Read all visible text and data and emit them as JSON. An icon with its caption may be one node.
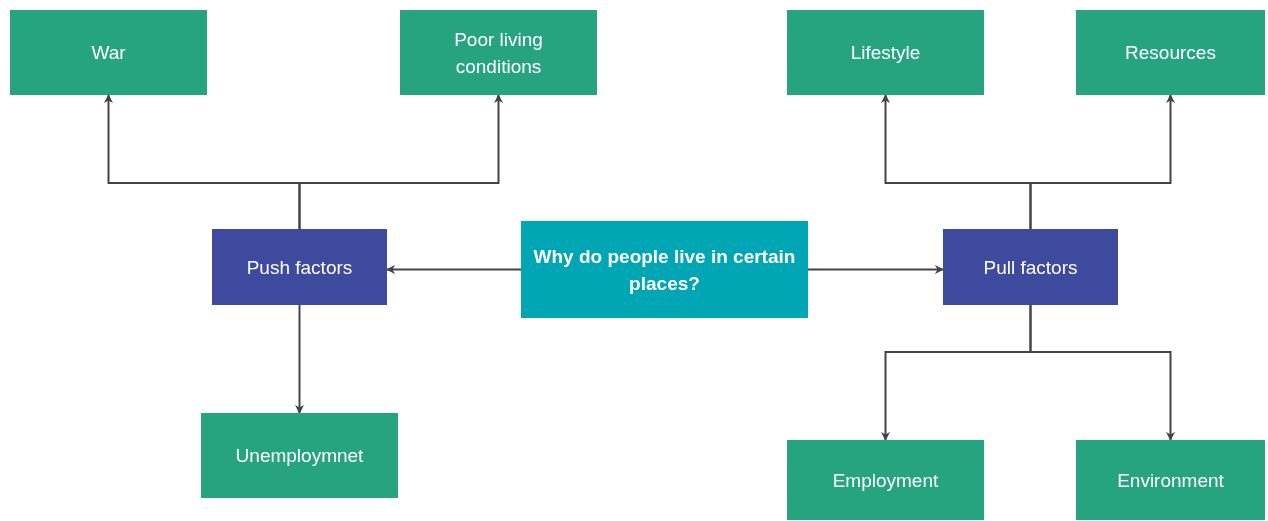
{
  "diagram": {
    "nodes": [
      {
        "text": [
          "Why do people live in certain places?"
        ]
      },
      {
        "text": [
          "Push factors"
        ]
      },
      {
        "text": [
          "Pull factors"
        ]
      },
      {
        "text": [
          "War"
        ]
      },
      {
        "text": [
          "Poor living conditions"
        ]
      },
      {
        "text": [
          "Unemploymnet"
        ]
      },
      {
        "text": [
          "Lifestyle"
        ]
      },
      {
        "text": [
          "Resources"
        ]
      },
      {
        "text": [
          "Employment"
        ]
      },
      {
        "text": [
          "Environment"
        ]
      }
    ],
    "edges": [
      {
        "from": 0,
        "to": 1,
        "arrow": "to"
      },
      {
        "from": 0,
        "to": 2,
        "arrow": "to"
      },
      {
        "from": 1,
        "to": 3,
        "arrow": "to"
      },
      {
        "from": 1,
        "to": 4,
        "arrow": "to"
      },
      {
        "from": 1,
        "to": 5,
        "arrow": "to"
      },
      {
        "from": 2,
        "to": 6,
        "arrow": "to"
      },
      {
        "from": 2,
        "to": 7,
        "arrow": "to"
      },
      {
        "from": 2,
        "to": 8,
        "arrow": "to"
      },
      {
        "from": 2,
        "to": 9,
        "arrow": "to"
      }
    ]
  }
}
